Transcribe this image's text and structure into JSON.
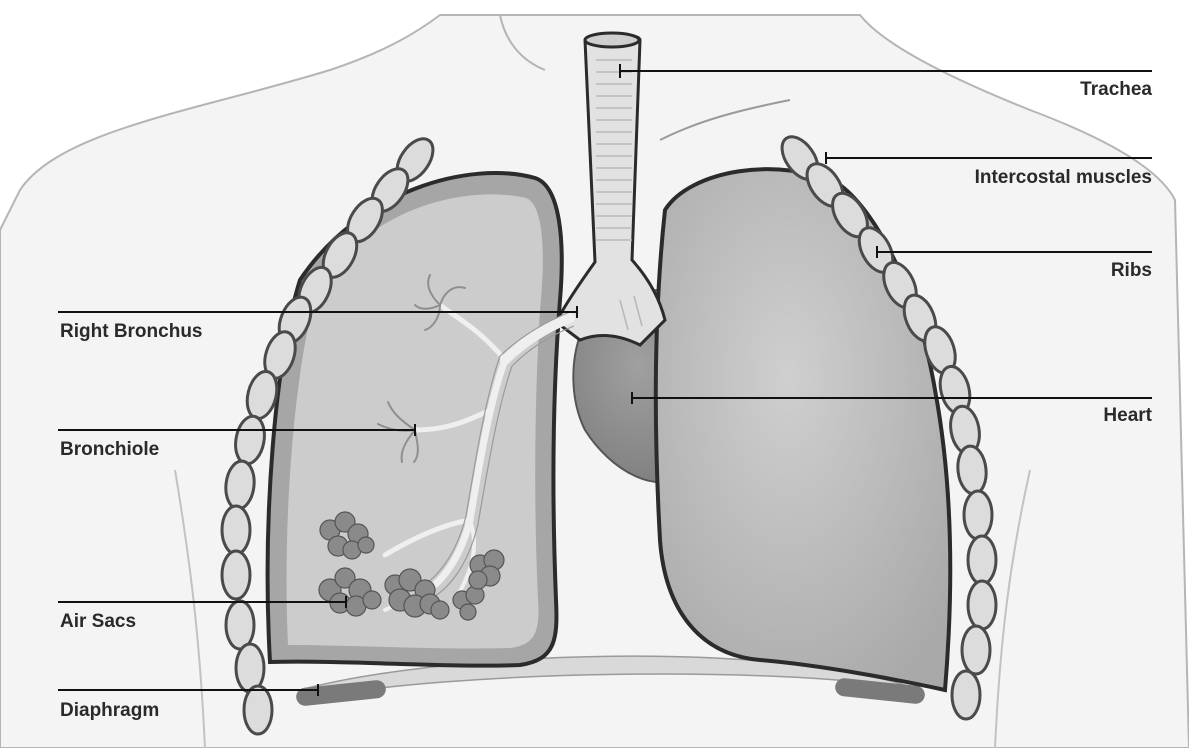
{
  "labels": {
    "trachea": "Trachea",
    "intercostal": "Intercostal muscles",
    "ribs": "Ribs",
    "heart": "Heart",
    "right_bronchus": "Right Bronchus",
    "bronchiole": "Bronchiole",
    "air_sacs": "Air Sacs",
    "diaphragm": "Diaphragm"
  },
  "colors": {
    "body_fill": "#f4f4f4",
    "body_outline": "#b5b5b5",
    "lung_fill": "#b3b3b3",
    "lung_inner": "#c8c8c8",
    "lung_outline": "#2b2b2b",
    "heart_fill": "#8e8e8e",
    "airway_fill": "#e2e2e2",
    "rib_fill": "#dcdcdc",
    "air_sac_fill": "#8a8a8a",
    "diaphragm_fill": "#7a7a7a",
    "label_text": "#2a2a2a",
    "leader_line": "#111111"
  }
}
